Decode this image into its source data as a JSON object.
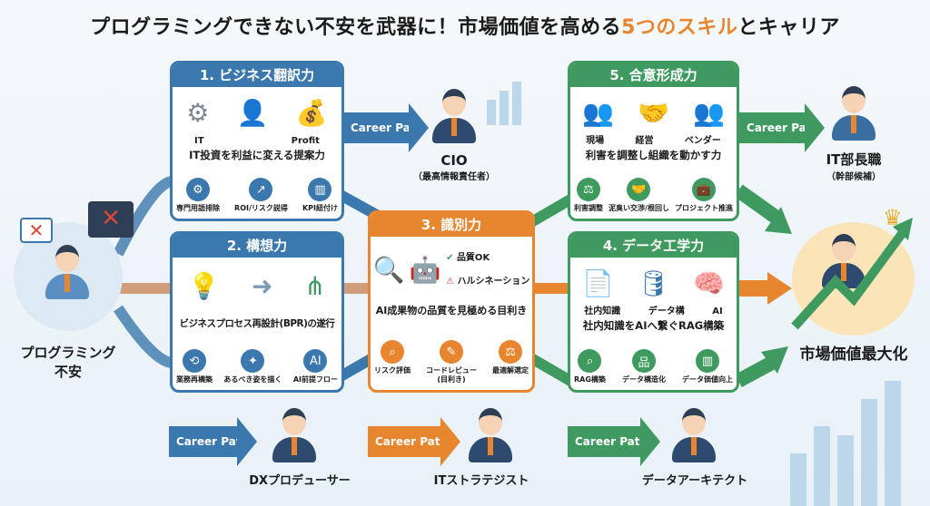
{
  "title": {
    "part1": "プログラミングできない不安を武器に！市場価値を高める",
    "highlight": "5つのスキル",
    "part2": "とキャリア"
  },
  "start": {
    "label_line1": "プログラミング",
    "label_line2": "不安"
  },
  "goal": {
    "label": "市場価値最大化"
  },
  "career_path_label": "Career Path",
  "skills": [
    {
      "title": "1. ビジネス翻訳力",
      "illustration_labels": [
        "IT",
        "Profit"
      ],
      "summary": "IT投資を利益に変える提案力",
      "subs": [
        "専門用語排除",
        "ROI/リスク説得",
        "KPI紐付け"
      ],
      "color": "#3b78ad"
    },
    {
      "title": "2. 構想力",
      "illustration_labels": [],
      "summary": "ビジネスプロセス再設計(BPR)の遂行",
      "subs": [
        "業務再構築",
        "あるべき姿を描く",
        "AI前提フロー"
      ],
      "color": "#3b78ad"
    },
    {
      "title": "3. 識別力",
      "illustration_labels": [
        "品質OK",
        "ハルシネーション"
      ],
      "summary": "AI成果物の品質を見極める目利き",
      "subs": [
        "リスク評価",
        "コードレビュー(目利き)",
        "最適解選定"
      ],
      "color": "#e8862f"
    },
    {
      "title": "4. データ工学力",
      "illustration_labels": [
        "社内知識",
        "データ構",
        "AI"
      ],
      "summary": "社内知識をAIへ繋ぐRAG構築",
      "subs": [
        "RAG構築",
        "データ構造化",
        "データ価値向上"
      ],
      "color": "#3f9a5f"
    },
    {
      "title": "5. 合意形成力",
      "illustration_labels": [
        "現場",
        "経営",
        "ベンダー"
      ],
      "summary": "利害を調整し組織を動かす力",
      "subs": [
        "利害調整",
        "泥臭い交渉/根回し",
        "プロジェクト推進"
      ],
      "color": "#3f9a5f"
    }
  ],
  "roles": {
    "cio": {
      "name": "CIO",
      "sub": "（最高情報責任者）"
    },
    "it_manager": {
      "name": "IT部長職",
      "sub": "（幹部候補）"
    },
    "dx_producer": {
      "name": "DXプロデューサー"
    },
    "it_strategist": {
      "name": "ITストラテジスト"
    },
    "data_architect": {
      "name": "データアーキテクト"
    }
  }
}
